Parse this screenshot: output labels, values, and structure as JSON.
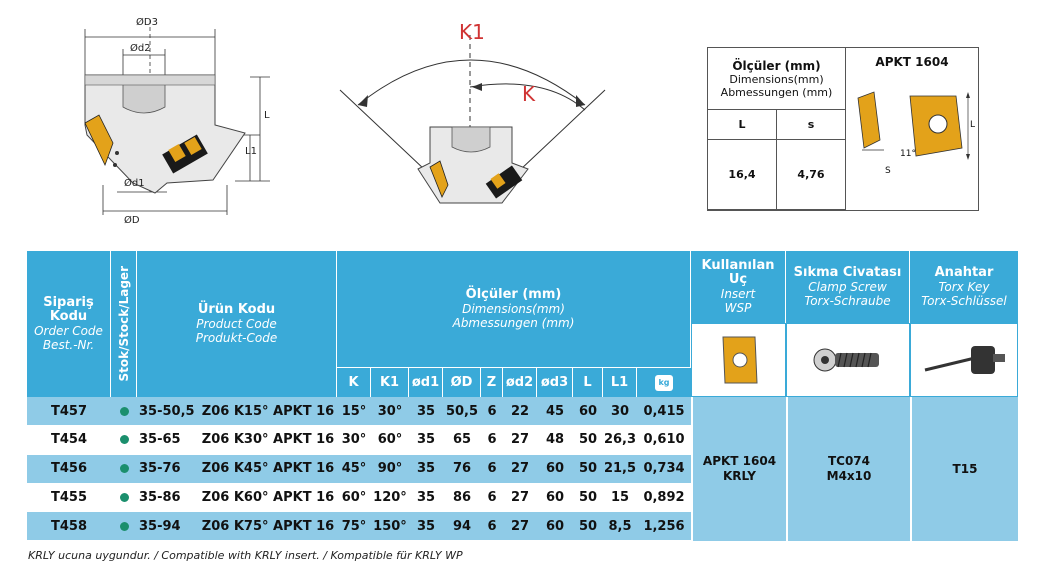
{
  "drawing_left": {
    "d3": "ØD3",
    "d2": "Ød2",
    "d1": "Ød1",
    "D": "ØD",
    "L": "L",
    "L1": "L1"
  },
  "drawing_mid": {
    "k1": "K1",
    "k": "K"
  },
  "dim_table": {
    "title_bold": "Ölçüler (mm)",
    "title_en": "Dimensions(mm)",
    "title_de": "Abmessungen (mm)",
    "insert_name": "APKT 1604",
    "col_l": "L",
    "col_s": "s",
    "val_l": "16,4",
    "val_s": "4,76",
    "lbl_l": "L",
    "lbl_s": "S",
    "lbl_angle": "11°"
  },
  "table": {
    "h_order_tr": "Sipariş Kodu",
    "h_order_en": "Order Code",
    "h_order_de": "Best.-Nr.",
    "h_stock": "Stok/Stock/Lager",
    "h_product_tr": "Ürün Kodu",
    "h_product_en": "Product Code",
    "h_product_de": "Produkt-Code",
    "h_dims_tr": "Ölçüler (mm)",
    "h_dims_en": "Dimensions(mm)",
    "h_dims_de": "Abmessungen (mm)",
    "h_insert_tr": "Kullanılan Uç",
    "h_insert_en": "Insert",
    "h_insert_de": "WSP",
    "h_screw_tr": "Sıkma Civatası",
    "h_screw_en": "Clamp Screw",
    "h_screw_de": "Torx-Schraube",
    "h_key_tr": "Anahtar",
    "h_key_en": "Torx Key",
    "h_key_de": "Torx-Schlüssel",
    "sub": [
      "K",
      "K1",
      "ød1",
      "ØD",
      "Z",
      "ød2",
      "ød3",
      "L",
      "L1",
      "kg"
    ],
    "rows": [
      {
        "order": "T457",
        "range": "35-50,5",
        "code": "Z06 K15° APKT 16",
        "K": "15°",
        "K1": "30°",
        "d1": "35",
        "D": "50,5",
        "Z": "6",
        "d2": "22",
        "d3": "45",
        "L": "60",
        "L1": "30",
        "kg": "0,415"
      },
      {
        "order": "T454",
        "range": "35-65",
        "code": "Z06 K30° APKT 16",
        "K": "30°",
        "K1": "60°",
        "d1": "35",
        "D": "65",
        "Z": "6",
        "d2": "27",
        "d3": "48",
        "L": "50",
        "L1": "26,3",
        "kg": "0,610"
      },
      {
        "order": "T456",
        "range": "35-76",
        "code": "Z06 K45° APKT 16",
        "K": "45°",
        "K1": "90°",
        "d1": "35",
        "D": "76",
        "Z": "6",
        "d2": "27",
        "d3": "60",
        "L": "50",
        "L1": "21,5",
        "kg": "0,734"
      },
      {
        "order": "T455",
        "range": "35-86",
        "code": "Z06 K60° APKT 16",
        "K": "60°",
        "K1": "120°",
        "d1": "35",
        "D": "86",
        "Z": "6",
        "d2": "27",
        "d3": "60",
        "L": "50",
        "L1": "15",
        "kg": "0,892"
      },
      {
        "order": "T458",
        "range": "35-94",
        "code": "Z06 K75° APKT 16",
        "K": "75°",
        "K1": "150°",
        "d1": "35",
        "D": "94",
        "Z": "6",
        "d2": "27",
        "d3": "60",
        "L": "50",
        "L1": "8,5",
        "kg": "1,256"
      }
    ],
    "insert_val_1": "APKT 1604",
    "insert_val_2": "KRLY",
    "screw_val_1": "TC074",
    "screw_val_2": "M4x10",
    "key_val": "T15"
  },
  "footnote": "KRLY ucuna uygundur. / Compatible with KRLY insert. / Kompatible für KRLY WP"
}
